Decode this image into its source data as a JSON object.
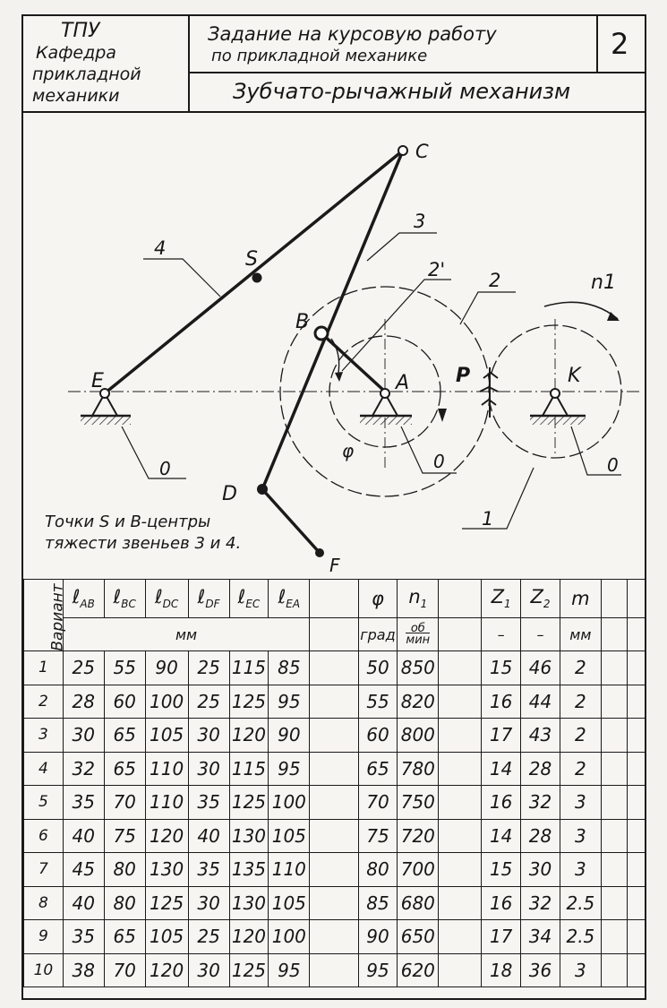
{
  "header": {
    "org": [
      "ТПУ",
      "Кафедра",
      "прикладной",
      "механики"
    ],
    "task_line1": "Задание на курсовую работу",
    "task_line2": "по прикладной механике",
    "task_number": "2",
    "mechanism_title": "Зубчато-рычажный механизм"
  },
  "diagram": {
    "point_labels": {
      "C": "C",
      "S": "S",
      "B": "B",
      "E": "E",
      "A": "A",
      "P": "P",
      "K": "K",
      "D": "D",
      "F": "F"
    },
    "link_labels": {
      "l4": "4",
      "l3": "3",
      "l2p": "2'",
      "l2": "2",
      "l1": "1",
      "n1": "n1"
    },
    "ground_labels": [
      "0",
      "0",
      "0"
    ],
    "angle_label": "φ",
    "note_line1": "Точки S и B-центры",
    "note_line2": "тяжести звеньев 3 и 4."
  },
  "table": {
    "variant_header": "Вариант",
    "columns": [
      "l_AB",
      "l_BC",
      "l_DC",
      "l_DF",
      "l_EC",
      "l_EA",
      "",
      "φ",
      "n1",
      "",
      "Z1",
      "Z2",
      "m",
      "",
      ""
    ],
    "units": {
      "mm": "мм",
      "deg": "град",
      "rpm_top": "об",
      "rpm_bottom": "мин",
      "z1": "–",
      "z2": "–",
      "m": "мм"
    },
    "rows": [
      {
        "v": "1",
        "lab": "25",
        "lbc": "55",
        "ldc": "90",
        "ldf": "25",
        "lec": "115",
        "lea": "85",
        "phi": "50",
        "n1": "850",
        "z1": "15",
        "z2": "46",
        "m": "2"
      },
      {
        "v": "2",
        "lab": "28",
        "lbc": "60",
        "ldc": "100",
        "ldf": "25",
        "lec": "125",
        "lea": "95",
        "phi": "55",
        "n1": "820",
        "z1": "16",
        "z2": "44",
        "m": "2"
      },
      {
        "v": "3",
        "lab": "30",
        "lbc": "65",
        "ldc": "105",
        "ldf": "30",
        "lec": "120",
        "lea": "90",
        "phi": "60",
        "n1": "800",
        "z1": "17",
        "z2": "43",
        "m": "2"
      },
      {
        "v": "4",
        "lab": "32",
        "lbc": "65",
        "ldc": "110",
        "ldf": "30",
        "lec": "115",
        "lea": "95",
        "phi": "65",
        "n1": "780",
        "z1": "14",
        "z2": "28",
        "m": "2"
      },
      {
        "v": "5",
        "lab": "35",
        "lbc": "70",
        "ldc": "110",
        "ldf": "35",
        "lec": "125",
        "lea": "100",
        "phi": "70",
        "n1": "750",
        "z1": "16",
        "z2": "32",
        "m": "3"
      },
      {
        "v": "6",
        "lab": "40",
        "lbc": "75",
        "ldc": "120",
        "ldf": "40",
        "lec": "130",
        "lea": "105",
        "phi": "75",
        "n1": "720",
        "z1": "14",
        "z2": "28",
        "m": "3"
      },
      {
        "v": "7",
        "lab": "45",
        "lbc": "80",
        "ldc": "130",
        "ldf": "35",
        "lec": "135",
        "lea": "110",
        "phi": "80",
        "n1": "700",
        "z1": "15",
        "z2": "30",
        "m": "3"
      },
      {
        "v": "8",
        "lab": "40",
        "lbc": "80",
        "ldc": "125",
        "ldf": "30",
        "lec": "130",
        "lea": "105",
        "phi": "85",
        "n1": "680",
        "z1": "16",
        "z2": "32",
        "m": "2.5"
      },
      {
        "v": "9",
        "lab": "35",
        "lbc": "65",
        "ldc": "105",
        "ldf": "25",
        "lec": "120",
        "lea": "100",
        "phi": "90",
        "n1": "650",
        "z1": "17",
        "z2": "34",
        "m": "2.5"
      },
      {
        "v": "10",
        "lab": "38",
        "lbc": "70",
        "ldc": "120",
        "ldf": "30",
        "lec": "125",
        "lea": "95",
        "phi": "95",
        "n1": "620",
        "z1": "18",
        "z2": "36",
        "m": "3"
      }
    ]
  }
}
